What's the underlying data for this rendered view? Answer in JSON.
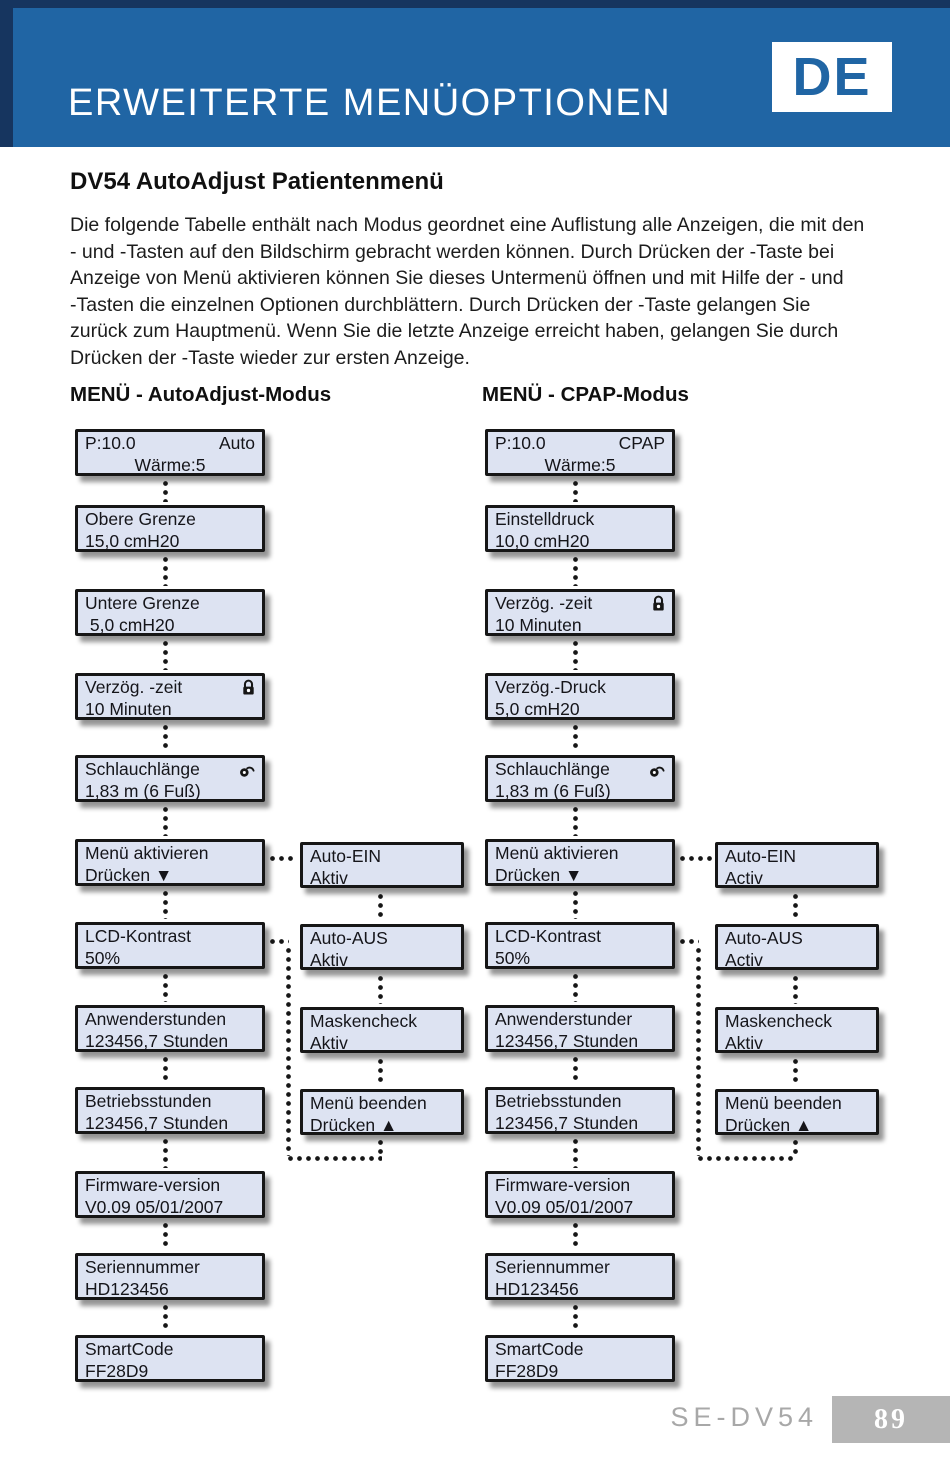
{
  "header": {
    "title": "ERWEITERTE MENÜOPTIONEN",
    "lang_badge": "DE",
    "band_color": "#2065a4",
    "band_edge_color": "#16355f"
  },
  "section_title": "DV54 AutoAdjust Patientenmenü",
  "intro_lines": [
    "Die folgende Tabelle enthält nach Modus geordnet eine Auflistung alle Anzeigen, die mit den",
    "- und -Tasten auf den Bildschirm gebracht werden können. Durch Drücken der -Taste bei",
    "Anzeige von Menü aktivieren können Sie dieses Untermenü öffnen und mit Hilfe der - und",
    "-Tasten die einzelnen Optionen durchblättern. Durch Drücken der -Taste gelangen Sie",
    "zurück zum Hauptmenü.  Wenn Sie die letzte Anzeige erreicht haben, gelangen Sie durch",
    "Drücken der -Taste wieder zur ersten Anzeige."
  ],
  "box_style": {
    "fill": "#dde3f2",
    "border": "#161616"
  },
  "columns": [
    {
      "heading": "MENÜ - AutoAdjust-Modus",
      "main_boxes": [
        {
          "line1": "P:10.0",
          "line1_right": "Auto",
          "line2": "Wärme:5",
          "center2": true
        },
        {
          "line1": "Obere Grenze",
          "line2": "15,0 cmH20"
        },
        {
          "line1": "Untere Grenze",
          "line2": " 5,0 cmH20"
        },
        {
          "line1": "Verzög. -zeit",
          "icon": "lock-closed",
          "line2": "10 Minuten"
        },
        {
          "line1": "Schlauchlänge",
          "icon": "lock-open",
          "line2": "1,83 m (6 Fuß)"
        },
        {
          "line1": "Menü aktivieren",
          "line2": "Drücken ▼"
        },
        {
          "line1": "LCD-Kontrast",
          "line2": "50%"
        },
        {
          "line1": "Anwenderstunden",
          "line2": "123456,7 Stunden"
        },
        {
          "line1": "Betriebsstunden",
          "line2": "123456,7 Stunden"
        },
        {
          "line1": "Firmware-version",
          "line2": "V0.09 05/01/2007"
        },
        {
          "line1": "Seriennummer",
          "line2": "HD123456"
        },
        {
          "line1": "SmartCode",
          "line2": "FF28D9"
        }
      ],
      "sub_boxes": [
        {
          "line1": "Auto-EIN",
          "line2": "Aktiv"
        },
        {
          "line1": "Auto-AUS",
          "line2": "Aktiv"
        },
        {
          "line1": "Maskencheck",
          "line2": "Aktiv"
        },
        {
          "line1": "Menü beenden",
          "line2": "Drücken ▲"
        }
      ]
    },
    {
      "heading": "MENÜ - CPAP-Modus",
      "main_boxes": [
        {
          "line1": "P:10.0",
          "line1_right": "CPAP",
          "line2": "Wärme:5",
          "center2": true
        },
        {
          "line1": "Einstelldruck",
          "line2": "10,0 cmH20"
        },
        {
          "line1": "Verzög. -zeit",
          "icon": "lock-closed",
          "line2": "10 Minuten"
        },
        {
          "line1": "Verzög.-Druck",
          "line2": "5,0 cmH20"
        },
        {
          "line1": "Schlauchlänge",
          "icon": "lock-open",
          "line2": "1,83 m (6 Fuß)"
        },
        {
          "line1": "Menü aktivieren",
          "line2": "Drücken ▼"
        },
        {
          "line1": "LCD-Kontrast",
          "line2": "50%"
        },
        {
          "line1": "Anwenderstunder",
          "line2": "123456,7 Stunden"
        },
        {
          "line1": "Betriebsstunden",
          "line2": "123456,7 Stunden"
        },
        {
          "line1": "Firmware-version",
          "line2": "V0.09 05/01/2007"
        },
        {
          "line1": "Seriennummer",
          "line2": "HD123456"
        },
        {
          "line1": "SmartCode",
          "line2": "FF28D9"
        }
      ],
      "sub_boxes": [
        {
          "line1": "Auto-EIN",
          "line2": "Activ"
        },
        {
          "line1": "Auto-AUS",
          "line2": "Activ"
        },
        {
          "line1": "Maskencheck",
          "line2": "Aktiv"
        },
        {
          "line1": "Menü beenden",
          "line2": "Drücken ▲"
        }
      ]
    }
  ],
  "footer": {
    "doc_code": "SE-DV54",
    "page_number": "89"
  }
}
